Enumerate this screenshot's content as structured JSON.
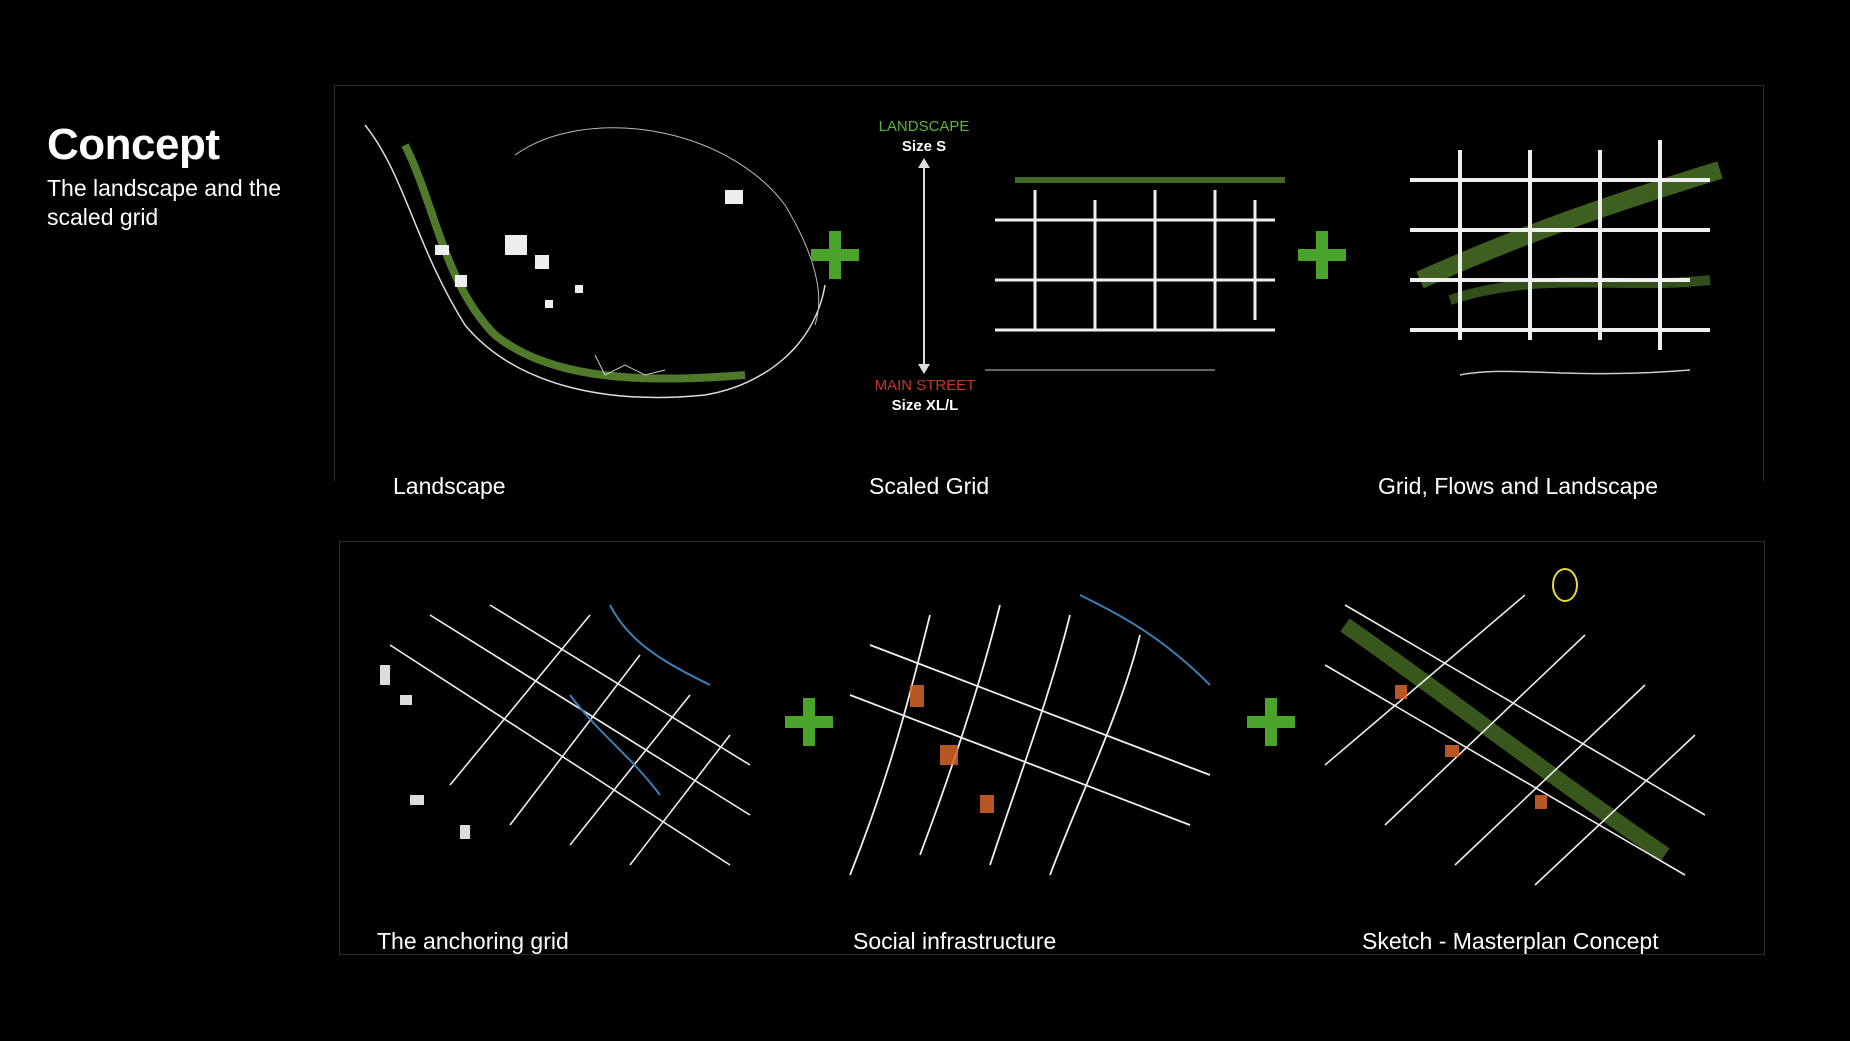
{
  "header": {
    "title": "Concept",
    "subtitle": "The landscape and the scaled grid"
  },
  "row1": {
    "captions": [
      "Landscape",
      "Scaled Grid",
      "Grid, Flows and Landscape"
    ]
  },
  "scaled_grid_legend": {
    "top_label": "LANDSCAPE",
    "top_size": "Size S",
    "bottom_label": "MAIN STREET",
    "bottom_size": "Size XL/L"
  },
  "row2": {
    "captions": [
      "The anchoring grid",
      "Social infrastructure",
      "Sketch - Masterplan Concept"
    ]
  },
  "colors": {
    "accent_green": "#4aa32b",
    "landscape_green": "#5db534",
    "main_street_red": "#c0392b",
    "background": "#000000"
  },
  "icons": [
    "plus-icon"
  ]
}
